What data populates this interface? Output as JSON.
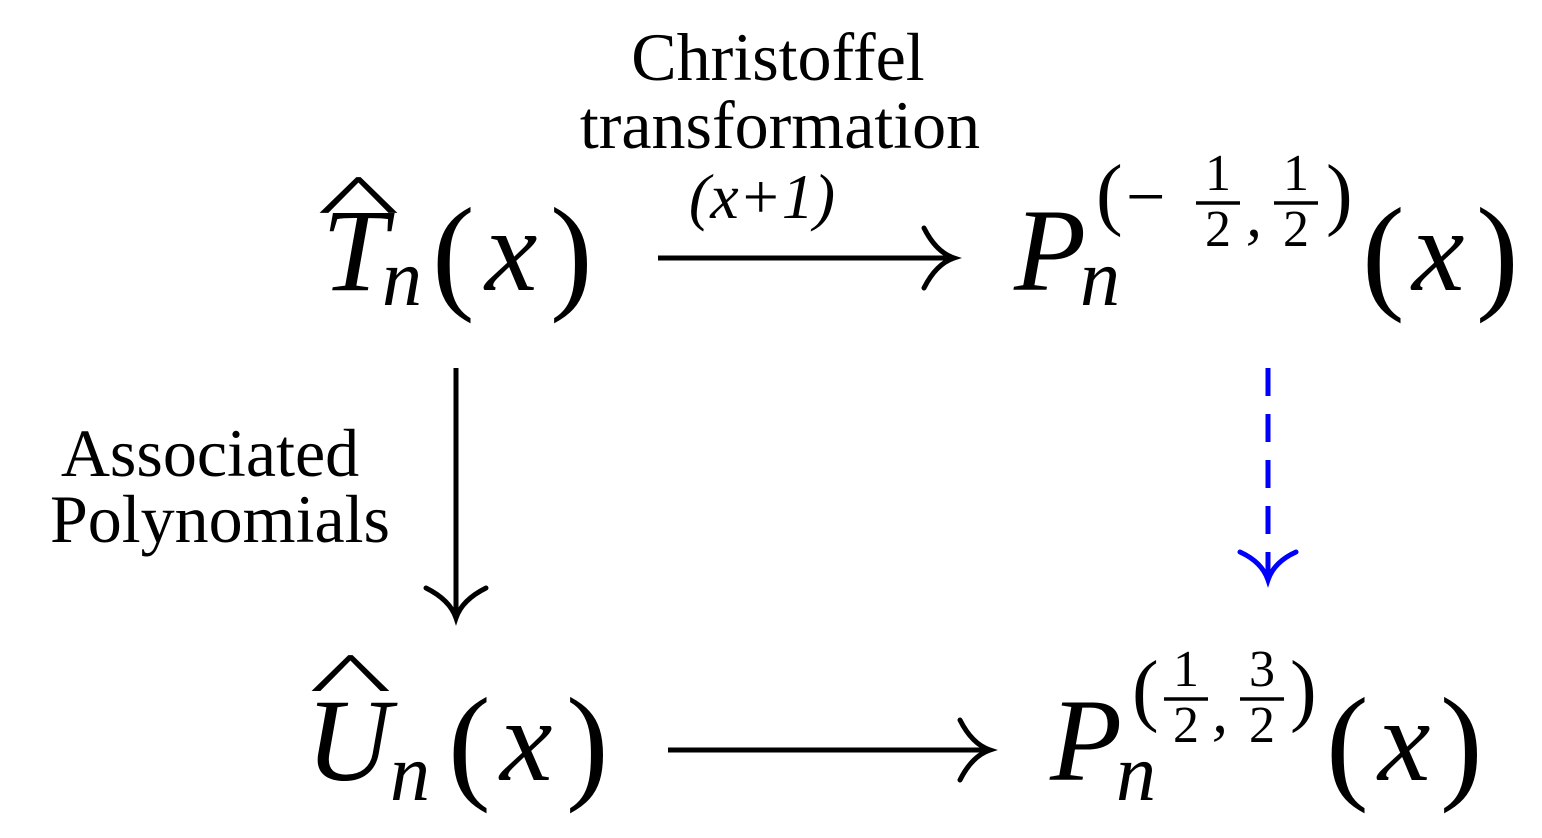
{
  "labels": {
    "top_arrow_line1": "Christoffel",
    "top_arrow_line2": "transformation",
    "top_arrow_factor": "(x+1)",
    "left_arrow_line1": "Associated",
    "left_arrow_line2": "Polynomials"
  },
  "nodes": {
    "top_left": {
      "base": "T",
      "hat": "^",
      "sub": "n",
      "arg_open": "(",
      "arg": "x",
      "arg_close": ")"
    },
    "bottom_left": {
      "base": "U",
      "hat": "^",
      "sub": "n",
      "arg_open": "(",
      "arg": "x",
      "arg_close": ")"
    },
    "top_right": {
      "base": "P",
      "sub": "n",
      "sup_open": "(",
      "sup_a_sign": "−",
      "sup_a_num": "1",
      "sup_a_den": "2",
      "sup_comma": ",",
      "sup_b_num": "1",
      "sup_b_den": "2",
      "sup_close": ")",
      "arg_open": "(",
      "arg": "x",
      "arg_close": ")"
    },
    "bottom_right": {
      "base": "P",
      "sub": "n",
      "sup_open": "(",
      "sup_a_num": "1",
      "sup_a_den": "2",
      "sup_comma": ",",
      "sup_b_num": "3",
      "sup_b_den": "2",
      "sup_close": ")",
      "arg_open": "(",
      "arg": "x",
      "arg_close": ")"
    }
  },
  "colors": {
    "ink": "#000000",
    "dashed_arrow": "#0000ff"
  }
}
